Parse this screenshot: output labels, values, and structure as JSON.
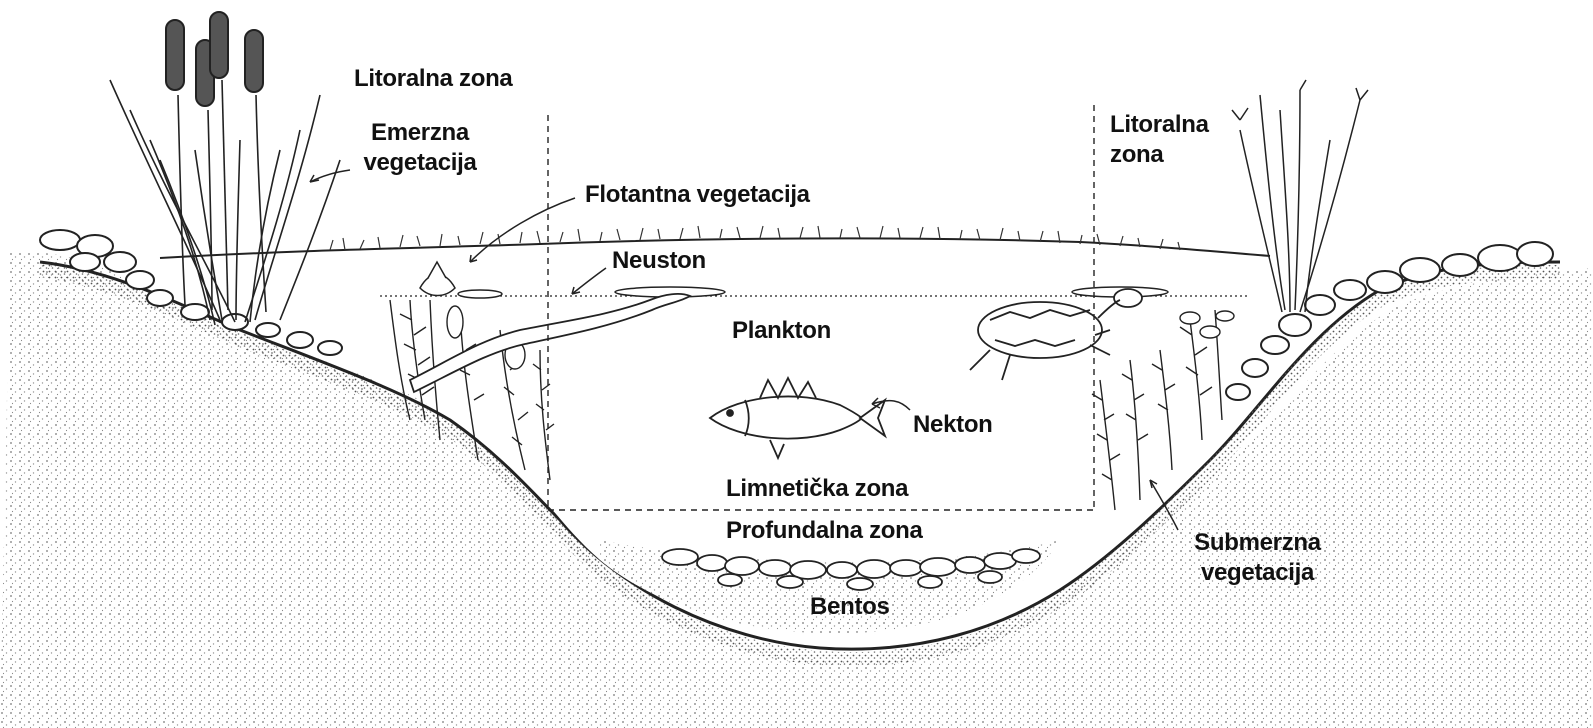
{
  "labels": {
    "litoral_left": "Litoralna zona",
    "emergent": [
      "Emerzna",
      "vegetacija"
    ],
    "floating": "Flotantna vegetacija",
    "neuston": "Neuston",
    "litoral_right": [
      "Litoralna",
      "zona"
    ],
    "plankton": "Plankton",
    "nekton": "Nekton",
    "limnetic": "Limnetička zona",
    "profundal": "Profundalna zona",
    "submerged": [
      "Submerzna",
      "vegetacija"
    ],
    "benthos": "Bentos"
  },
  "colors": {
    "ink": "#111111",
    "shore_stipple": "#9a9a9a",
    "water": "#ffffff",
    "bottom_shade": "#d8d8d8"
  }
}
